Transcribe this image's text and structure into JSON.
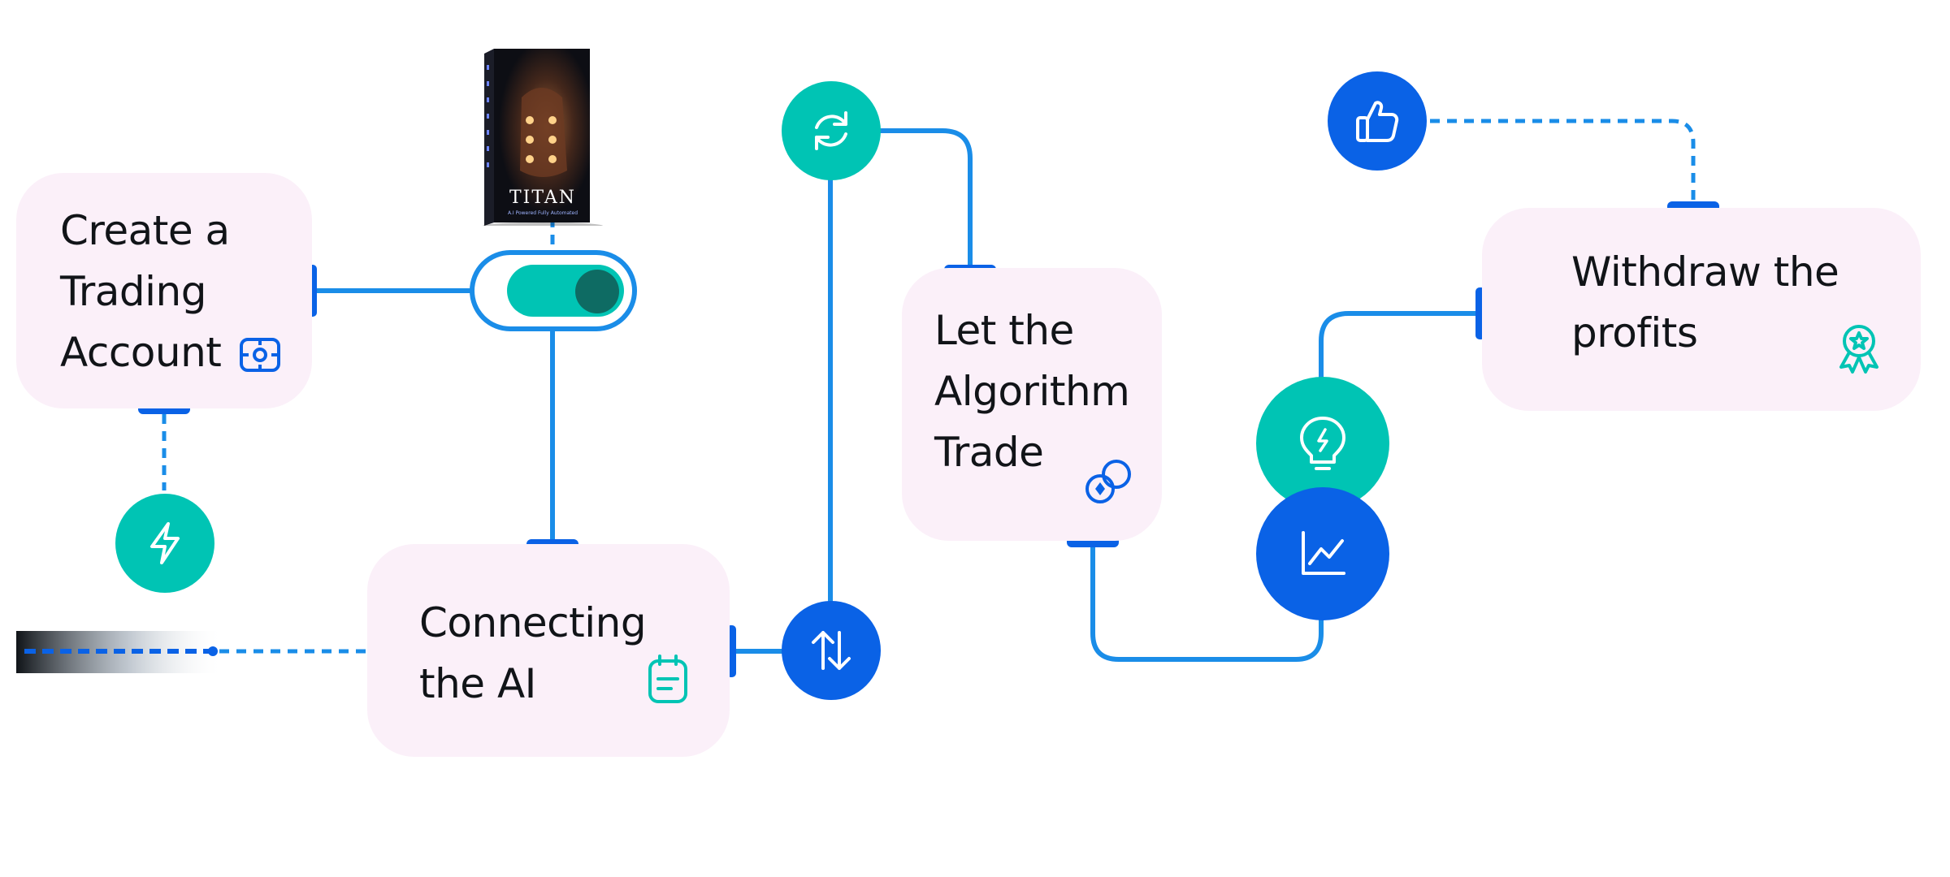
{
  "colors": {
    "card_bg": "#fbf0f9",
    "teal": "#00c4b4",
    "blue": "#0a62e6",
    "connector": "#1a8de8",
    "connector_dark": "#0a62e6",
    "text": "#111418"
  },
  "steps": [
    {
      "label": "Create a\nTrading\nAccount",
      "icon": "target-frame-icon"
    },
    {
      "label": "Connecting\nthe AI",
      "icon": "notepad-icon"
    },
    {
      "label": "Let the\nAlgorithm\nTrade",
      "icon": "coins-icon"
    },
    {
      "label": "Withdraw the\nprofits",
      "icon": "award-ribbon-icon"
    }
  ],
  "nodes": {
    "toggle": {
      "state": "on"
    },
    "bolt": {
      "icon": "lightning-icon"
    },
    "sync": {
      "icon": "refresh-icon"
    },
    "transfer": {
      "icon": "up-down-arrows-icon"
    },
    "idea": {
      "icon": "lightbulb-icon"
    },
    "growth": {
      "icon": "line-chart-icon"
    },
    "like": {
      "icon": "thumbs-up-icon"
    }
  },
  "product": {
    "brand": "TITAN",
    "tagline": "A.I Powered Fully Automated",
    "icon": "ai-robot-book-cover"
  }
}
